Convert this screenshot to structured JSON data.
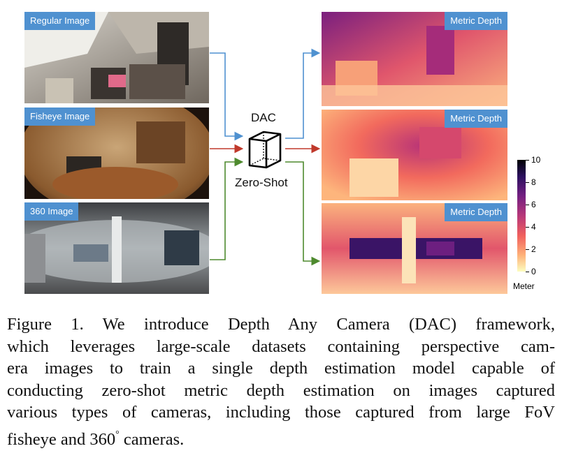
{
  "inputs": {
    "regular": "Regular Image",
    "fisheye": "Fisheye Image",
    "pano": "360 Image"
  },
  "outputs": {
    "label": "Metric Depth"
  },
  "model": {
    "name": "DAC",
    "subtitle": "Zero-Shot",
    "icon": "cube-icon"
  },
  "colorbar": {
    "ticks": [
      "10",
      "8",
      "6",
      "4",
      "2",
      "0"
    ],
    "unit": "Meter",
    "colors": [
      "#000004",
      "#2c115f",
      "#721f81",
      "#b73779",
      "#f1605d",
      "#feb078",
      "#fcfdbf"
    ]
  },
  "arrow_colors": {
    "blue": "#4f91d0",
    "red": "#c0392b",
    "green": "#4e8a2e"
  },
  "caption": {
    "lines": [
      "Figure 1.  We introduce Depth Any Camera (DAC) framework,",
      "which leverages large-scale datasets containing perspective cam-",
      "era images to train a single depth estimation model capable of",
      "conducting zero-shot metric depth estimation on images captured",
      "various types of cameras, including those captured from large FoV"
    ],
    "last_line": "fisheye and 360",
    "degree": "°",
    "last_suffix": " cameras."
  }
}
